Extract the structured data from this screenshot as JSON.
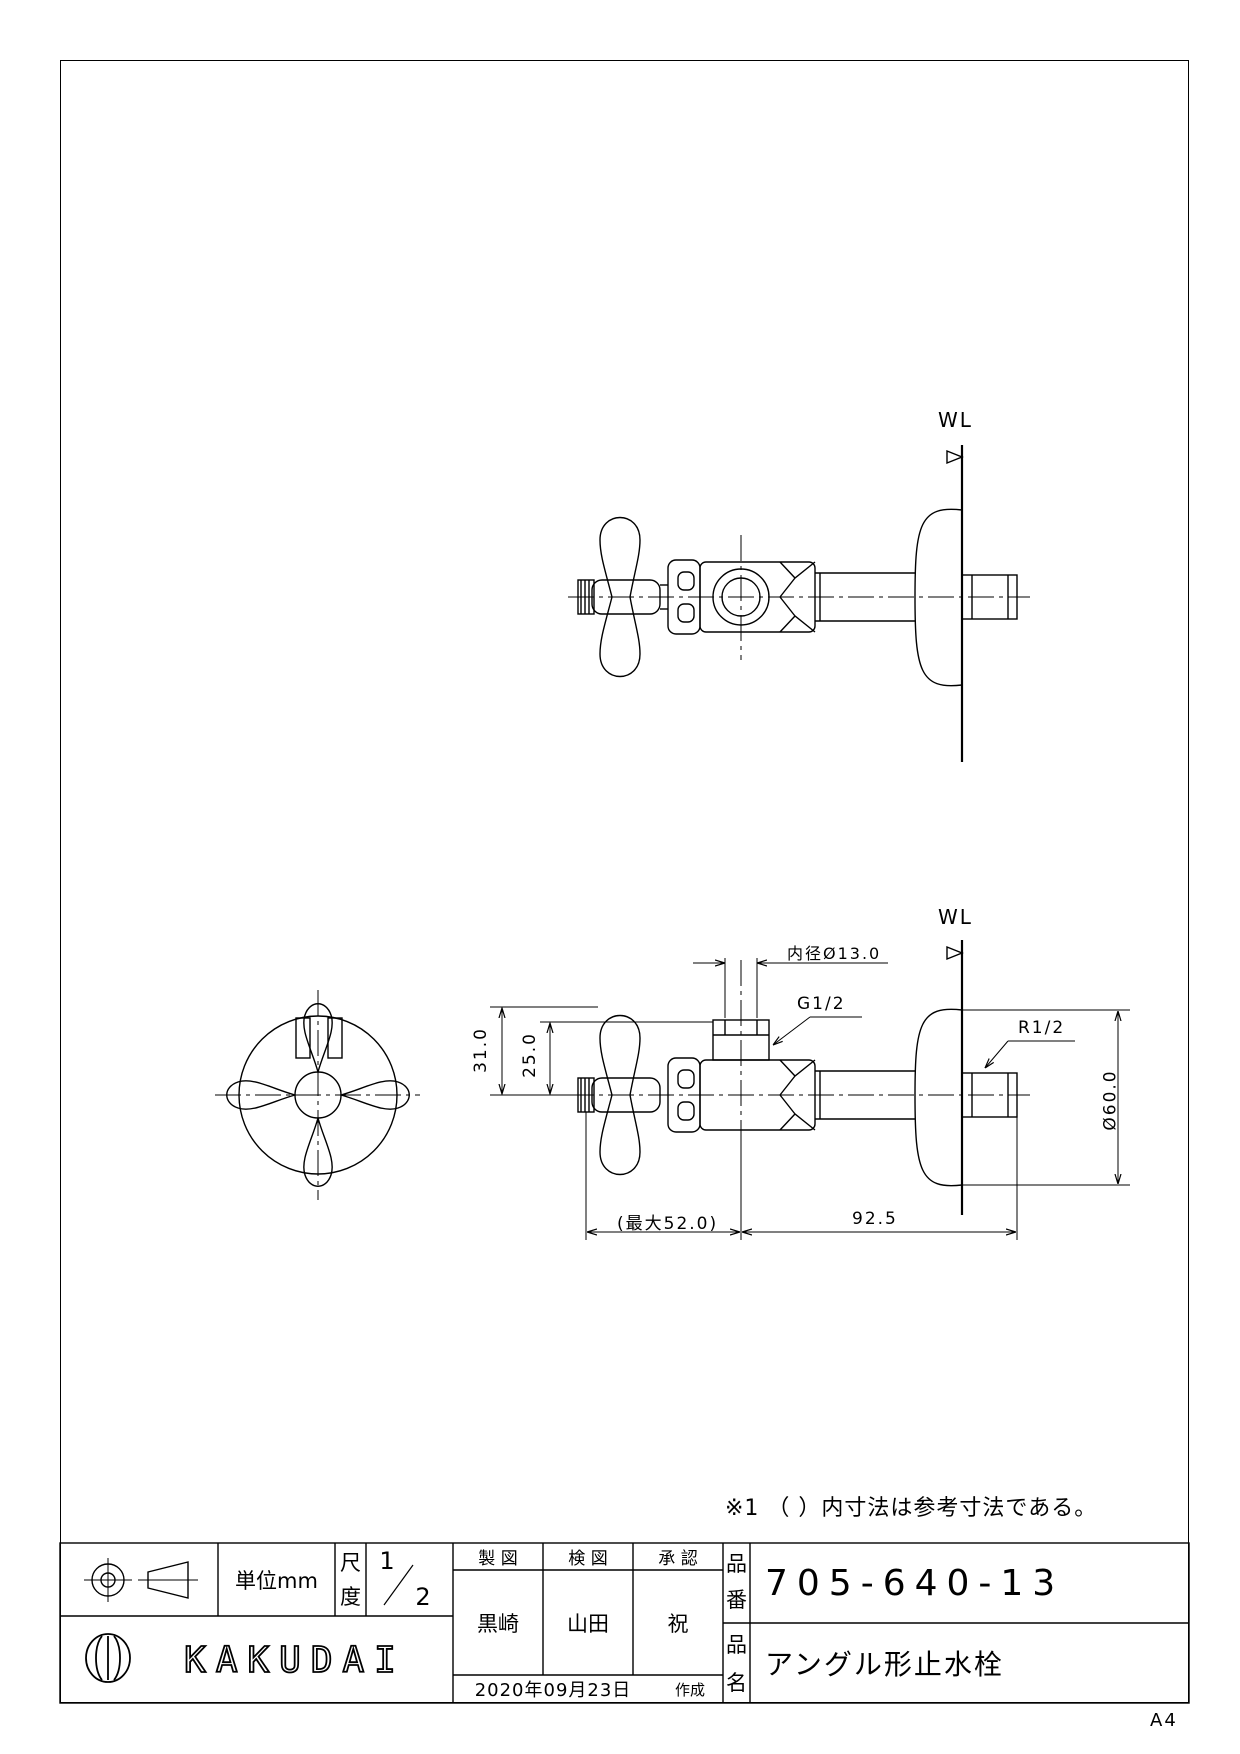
{
  "drawing": {
    "top_view": {
      "wl_label": "WL"
    },
    "front_view": {
      "wl_label": "WL",
      "dimensions": {
        "inner_diameter": "内径Ø13.0",
        "thread_g": "G1/2",
        "thread_r": "R1/2",
        "height_31": "31.0",
        "height_25": "25.0",
        "diameter_60": "Ø60.0",
        "max_52": "(最大52.0)",
        "length_92_5": "92.5"
      }
    }
  },
  "note": "※1 （ ）内寸法は参考寸法である。",
  "title_block": {
    "unit_label": "単位mm",
    "scale_label_1": "尺",
    "scale_label_2": "度",
    "scale_numerator": "1",
    "scale_denominator": "2",
    "drawn_label": "製 図",
    "checked_label": "検 図",
    "approved_label": "承 認",
    "drawn_by": "黒崎",
    "checked_by": "山田",
    "approved_by": "祝",
    "part_no_label_1": "品",
    "part_no_label_2": "番",
    "part_no": "705-640-13",
    "part_name_label_1": "品",
    "part_name_label_2": "名",
    "part_name": "アングル形止水栓",
    "date": "2020年09月23日",
    "created_label": "作成",
    "company": "KAKUDAI"
  },
  "paper_size": "A4"
}
